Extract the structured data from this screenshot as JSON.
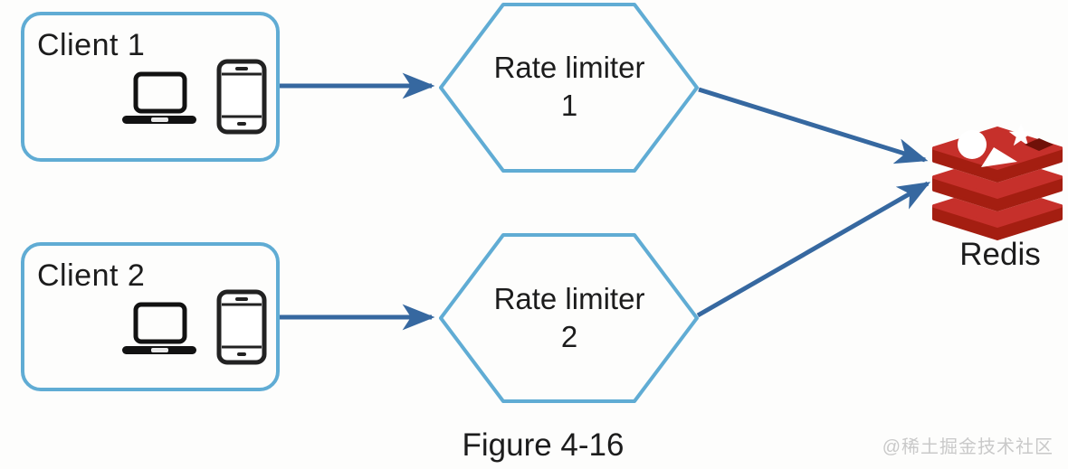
{
  "diagram": {
    "clients": [
      {
        "label": "Client 1",
        "device_icons": [
          "laptop-icon",
          "smartphone-icon"
        ]
      },
      {
        "label": "Client 2",
        "device_icons": [
          "laptop-icon",
          "smartphone-icon"
        ]
      }
    ],
    "rate_limiters": [
      {
        "label_line1": "Rate limiter",
        "label_line2": "1"
      },
      {
        "label_line1": "Rate limiter",
        "label_line2": "2"
      }
    ],
    "database": {
      "label": "Redis",
      "icon": "redis-database-icon"
    },
    "connections": [
      {
        "from": "Client 1",
        "to": "Rate limiter 1"
      },
      {
        "from": "Client 2",
        "to": "Rate limiter 2"
      },
      {
        "from": "Rate limiter 1",
        "to": "Redis"
      },
      {
        "from": "Rate limiter 2",
        "to": "Redis"
      }
    ]
  },
  "caption": "Figure 4-16",
  "watermark": "@稀土掘金技术社区",
  "colors": {
    "shape_border": "#60acd4",
    "arrow": "#3668a0",
    "text": "#1c1c1c",
    "redis_red": "#c6302b",
    "redis_dark_red": "#a41e11",
    "redis_hole": "#701109",
    "watermark": "#c9c9c9",
    "background": "#fdfdfc"
  }
}
